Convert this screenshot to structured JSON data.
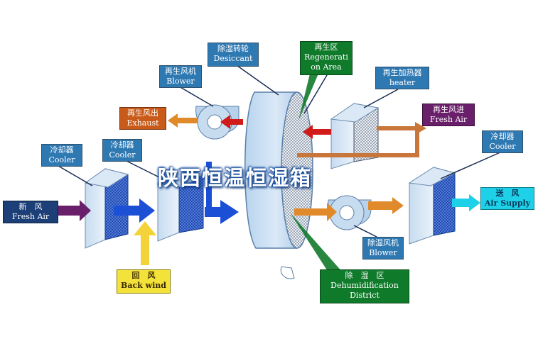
{
  "title": "陕西恒温恒湿箱",
  "labels": {
    "desiccant": {
      "cn": "除湿转轮",
      "en": "Desiccant"
    },
    "regeneration_area": {
      "cn": "再生区",
      "en1": "Regenerati",
      "en2": "on Area"
    },
    "regen_blower": {
      "cn": "再生风机",
      "en": "Blower"
    },
    "regen_heater": {
      "cn": "再生加热器",
      "en": "heater"
    },
    "exhaust": {
      "cn": "再生风出",
      "en": "Exhaust"
    },
    "regen_fresh_air": {
      "cn": "再生风进",
      "en": "Fresh Air"
    },
    "cooler_left": {
      "cn": "冷却器",
      "en": "Cooler"
    },
    "cooler_mid": {
      "cn": "冷却器",
      "en": "Cooler"
    },
    "cooler_right": {
      "cn": "冷却器",
      "en": "Cooler"
    },
    "fresh_air": {
      "cn": "新　风",
      "en": "Fresh Air"
    },
    "air_supply": {
      "cn": "送　风",
      "en": "Air Supply"
    },
    "back_wind": {
      "cn": "回　风",
      "en": "Back wind"
    },
    "dehum_blower": {
      "cn": "除湿风机",
      "en": "Blower"
    },
    "dehum_district": {
      "cn": "除　湿　区",
      "en1": "Dehumidification",
      "en2": "District"
    }
  },
  "colors": {
    "label_blue": "#2f79b3",
    "process_blue": "#1b4fd6",
    "regen_red": "#d11a1a",
    "exhaust_orange": "#c85b1a",
    "regen_in_purple": "#6a1f6a",
    "air_supply_cyan": "#1ed0e8",
    "back_wind_yellow": "#f3e23a",
    "dehum_green": "#0f7a2a",
    "flow_orange": "#e08a2c"
  }
}
